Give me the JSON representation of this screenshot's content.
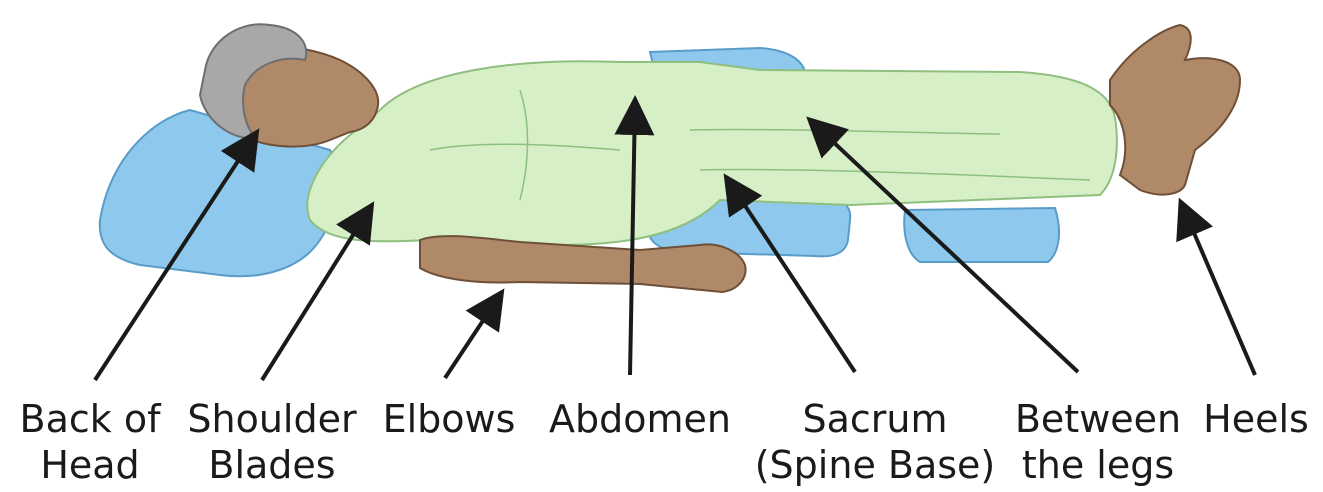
{
  "labels": {
    "back_of_head": [
      "Back of",
      "Head"
    ],
    "shoulder_blades": [
      "Shoulder",
      "Blades"
    ],
    "elbows": [
      "Elbows"
    ],
    "abdomen": [
      "Abdomen"
    ],
    "sacrum": [
      "Sacrum",
      "(Spine Base)"
    ],
    "between_legs": [
      "Between",
      "the legs"
    ],
    "heels": [
      "Heels"
    ]
  },
  "colors": {
    "pillow": "#8ec8ec",
    "pillow_outline": "#5a9cc8",
    "gown": "#d6efc6",
    "gown_outline": "#8fbf7f",
    "skin": "#b08968",
    "skin_outline": "#6e4f38",
    "hair": "#a8a8a8",
    "arrow": "#1a1a1a",
    "text": "#1a1a1a"
  }
}
